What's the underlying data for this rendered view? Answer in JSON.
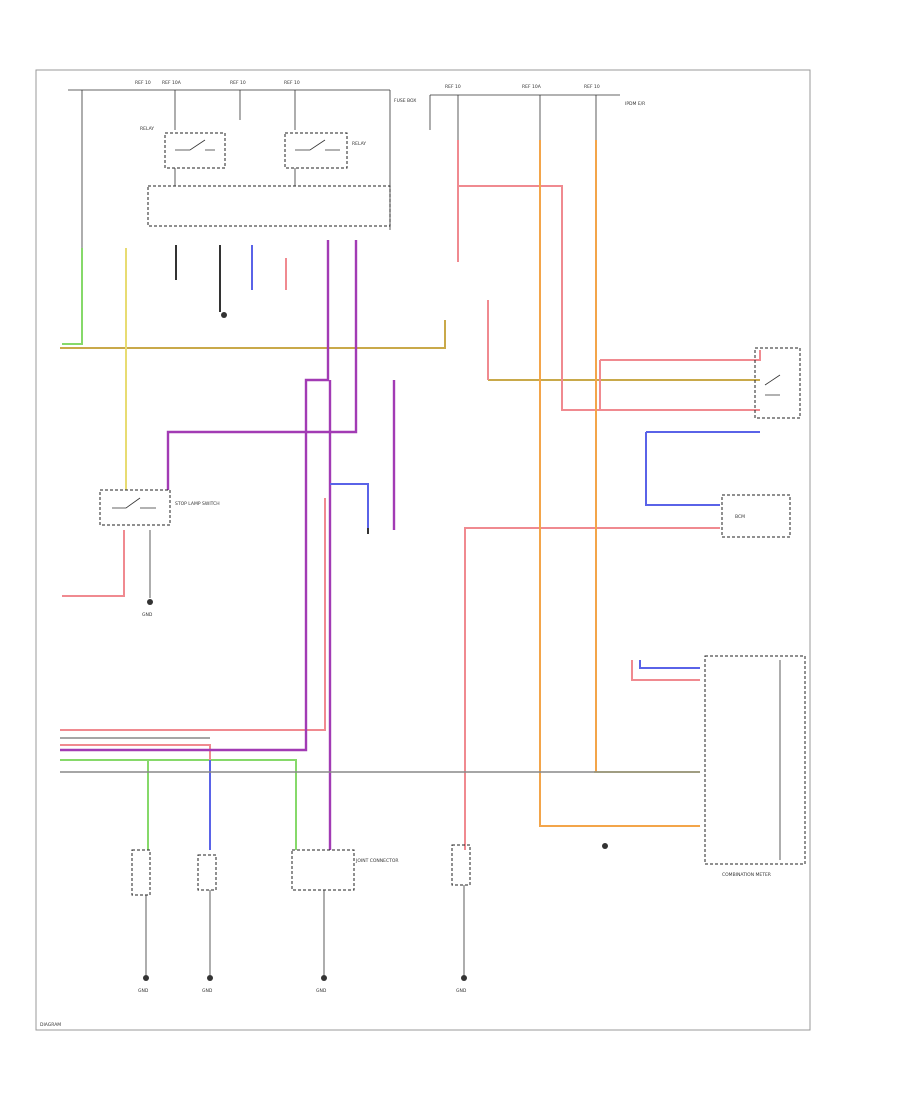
{
  "diagram": {
    "palette": {
      "pink": "#f08a90",
      "green": "#86d96a",
      "purple": "#a23bb4",
      "blue": "#5a63e8",
      "orange": "#f3a54a",
      "tan": "#c9a94a",
      "yellow": "#eadf6a",
      "black": "#222222"
    },
    "labels": {
      "fuse_hdr_1": "REF 10",
      "fuse_hdr_2": "REF 10A",
      "fuse_hdr_3": "REF 10",
      "fuse_hdr_4": "REF 10",
      "fuse_hdr_5": "REF 10",
      "fuse_hdr_6": "REF 10A",
      "fuse_hdr_7": "REF 10",
      "relay_1": "RELAY",
      "relay_2": "RELAY",
      "fuse_box_note": "FUSE BOX",
      "ipdm_note": "IPDM E/R",
      "stop_lamp_sw": "STOP LAMP SWITCH",
      "joint_connector": "JOINT CONNECTOR",
      "body_control": "BCM",
      "combination_meter": "COMBINATION METER",
      "bottom_label": "DIAGRAM",
      "ground_1": "GND",
      "ground_2": "GND",
      "ground_3": "GND",
      "ground_4": "GND",
      "ground_5": "GND"
    }
  }
}
